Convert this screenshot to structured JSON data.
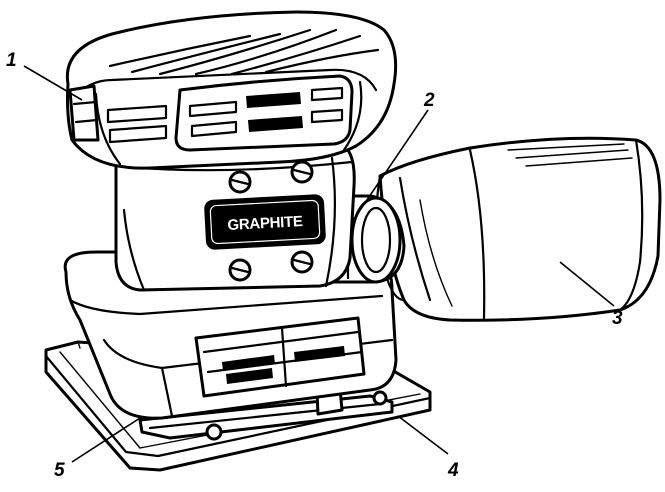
{
  "brand": {
    "label": "GRAPHITE"
  },
  "callouts": [
    {
      "number": "1"
    },
    {
      "number": "2"
    },
    {
      "number": "3"
    },
    {
      "number": "4"
    },
    {
      "number": "5"
    }
  ]
}
